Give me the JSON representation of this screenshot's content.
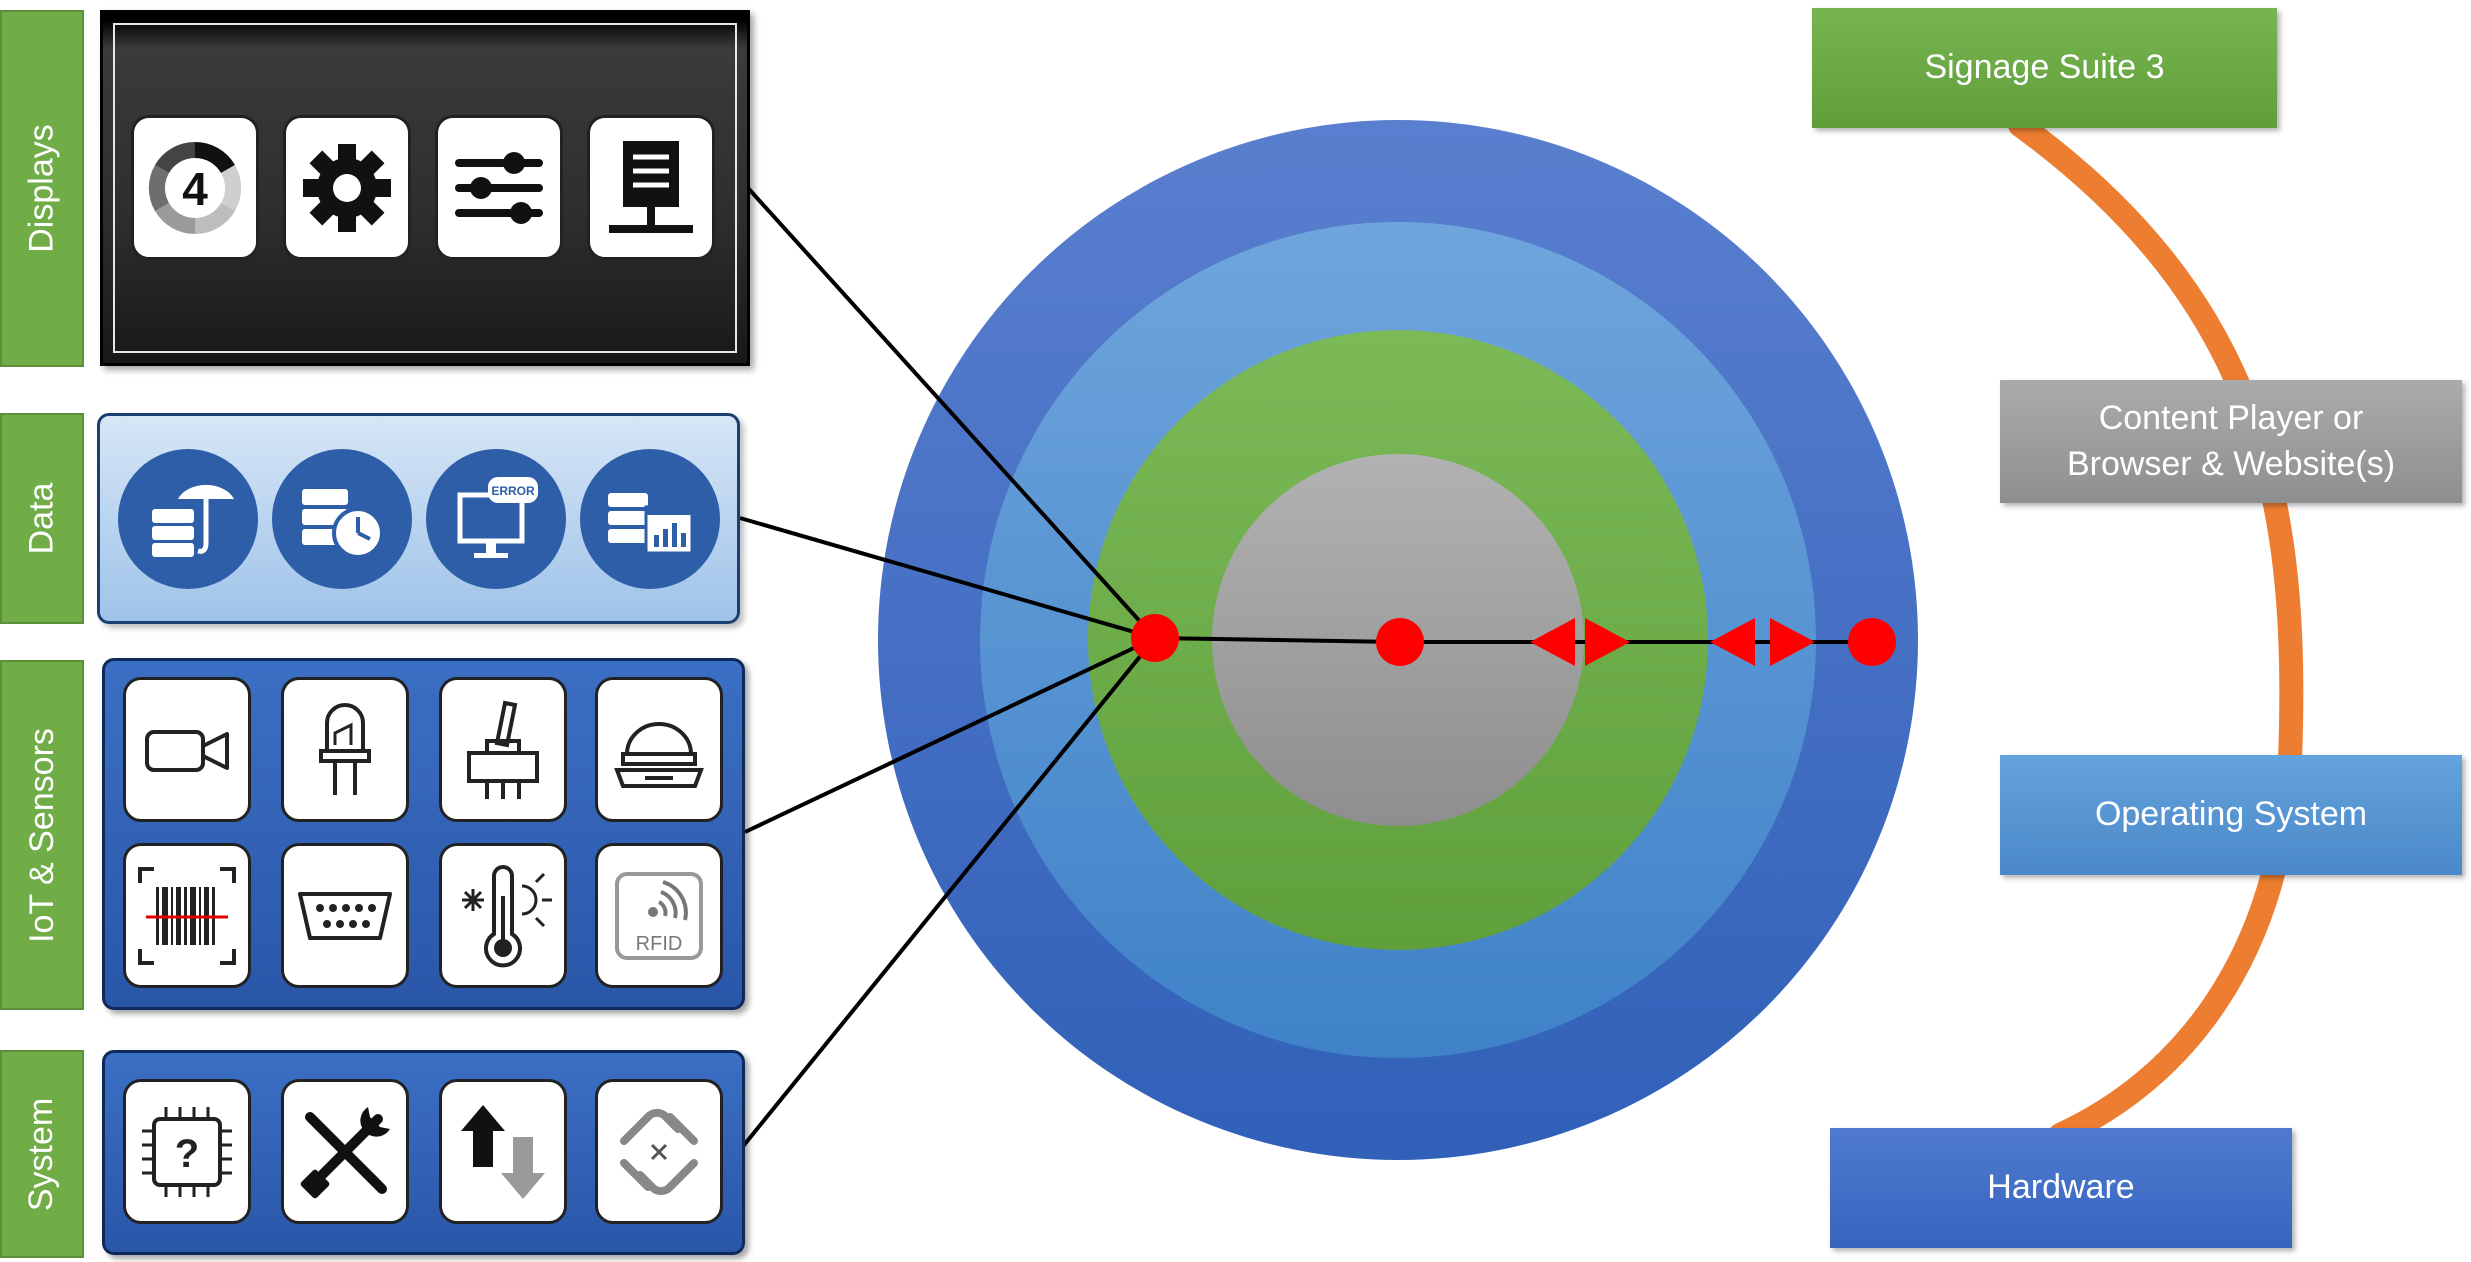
{
  "side_tabs": {
    "displays": "Displays",
    "data": "Data",
    "iot": "IoT & Sensors",
    "system": "System"
  },
  "displays_icons": [
    "brightness-dial-icon",
    "gear-icon",
    "sliders-icon",
    "network-display-icon"
  ],
  "displays_dial_number": "4",
  "data_icons": [
    "database-umbrella-icon",
    "database-clock-icon",
    "monitor-error-icon",
    "database-chart-icon"
  ],
  "data_error_label": "ERROR",
  "iot_icons": [
    "video-camera-icon",
    "led-icon",
    "toggle-switch-icon",
    "buzzer-button-icon",
    "barcode-scanner-icon",
    "serial-port-icon",
    "thermometer-icon",
    "rfid-icon"
  ],
  "rfid_label": "RFID",
  "system_icons": [
    "circuit-chip-question-icon",
    "tools-icon",
    "upload-download-icon",
    "broken-link-icon"
  ],
  "system_question_mark": "?",
  "layers": {
    "signage": "Signage Suite 3",
    "content_player_line1": "Content Player or",
    "content_player_line2": "Browser & Website(s)",
    "os": "Operating System",
    "hardware": "Hardware"
  },
  "colors": {
    "green": "#70ad47",
    "gray": "#a5a5a5",
    "light_blue": "#5b9bd5",
    "dark_blue": "#4472c4",
    "orange": "#ed7d31",
    "red": "#ff0000"
  }
}
